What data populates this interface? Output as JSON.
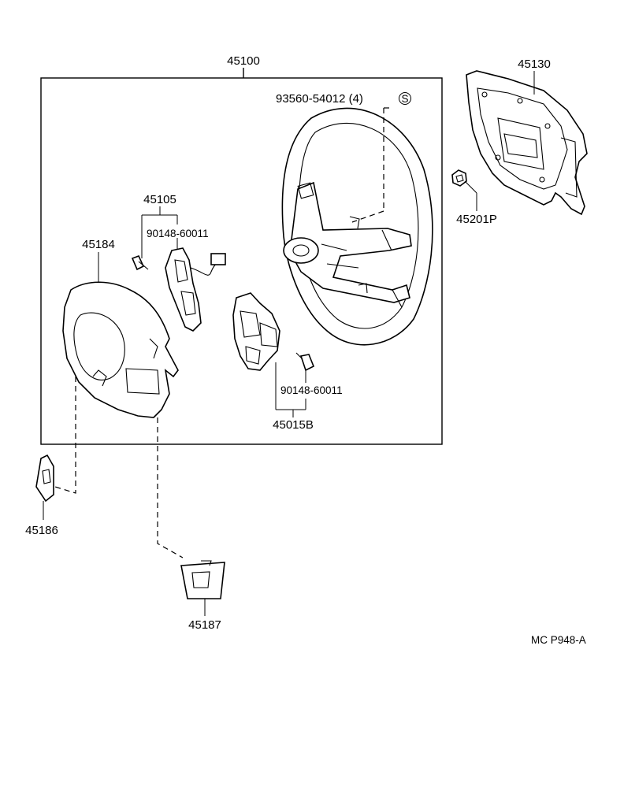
{
  "labels": {
    "assembly": "45100",
    "pad": "45130",
    "fastener": "93560-54012 (4)",
    "fastener_marker": "S",
    "part_45201p": "45201P",
    "switch_upper": "45105",
    "screw_upper": "90148-60011",
    "cover": "45184",
    "screw_lower": "90148-60011",
    "switch_lower": "45015B",
    "bracket": "45186",
    "lower_cover": "45187",
    "diagram_ref": "MC  P948-A"
  }
}
